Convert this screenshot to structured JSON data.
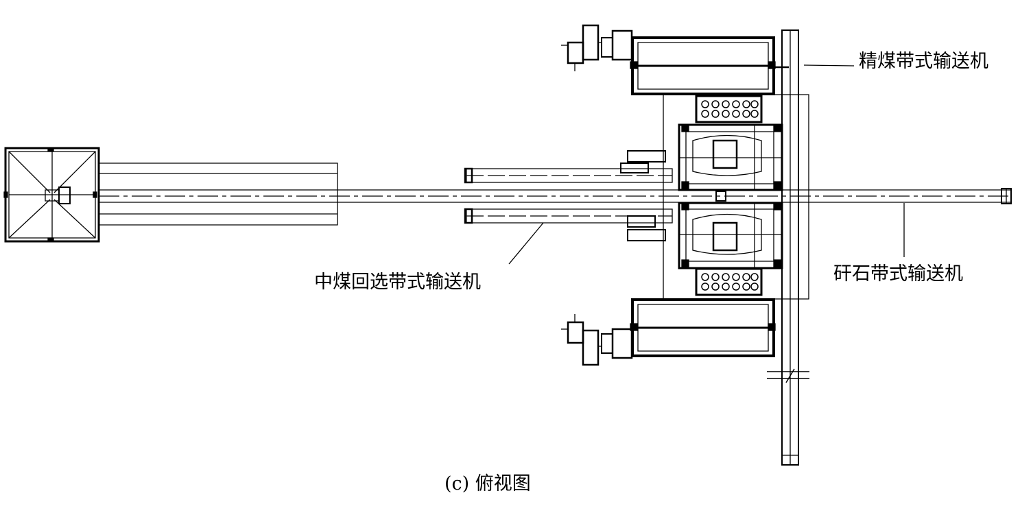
{
  "labels": {
    "fine_coal_conveyor": "精煤带式输送机",
    "middling_reselect_conveyor": "中煤回选带式输送机",
    "gangue_conveyor": "矸石带式输送机"
  },
  "caption": "(c) 俯视图"
}
